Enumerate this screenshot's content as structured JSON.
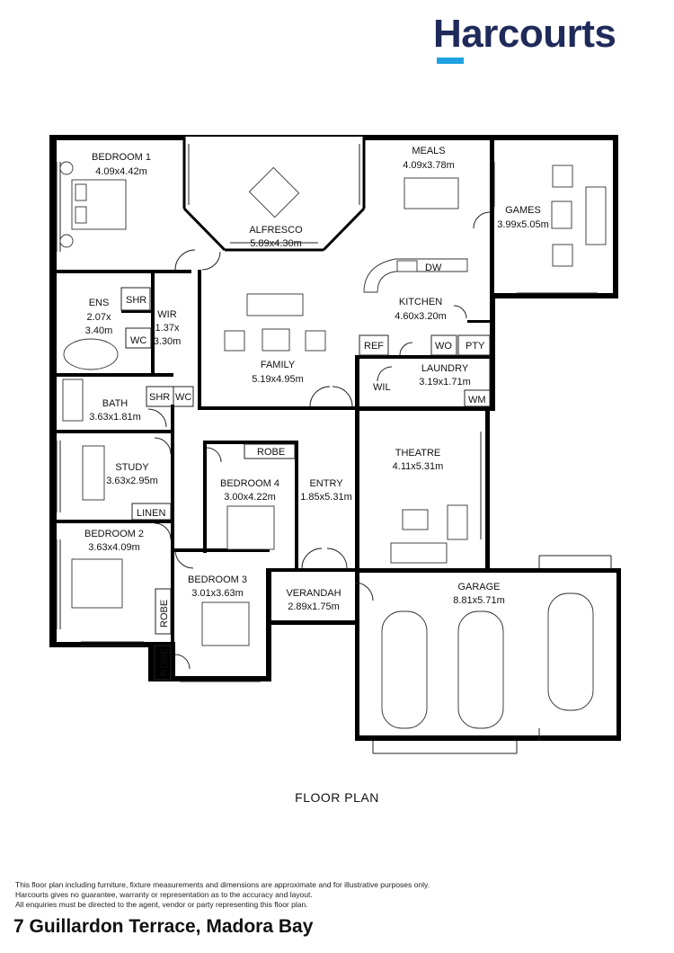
{
  "brand": {
    "name": "Harcourts",
    "accent_color": "#1fa0e0",
    "brand_color": "#1f2a5a"
  },
  "rooms": [
    {
      "id": "bedroom1",
      "name": "BEDROOM 1",
      "dims": "4.09x4.42m"
    },
    {
      "id": "alfresco",
      "name": "ALFRESCO",
      "dims": "5.89x4.30m"
    },
    {
      "id": "meals",
      "name": "MEALS",
      "dims": "4.09x3.78m"
    },
    {
      "id": "games",
      "name": "GAMES",
      "dims": "3.99x5.05m"
    },
    {
      "id": "ens",
      "name": "ENS",
      "dims": "2.07x",
      "dims2": "3.40m"
    },
    {
      "id": "wir",
      "name": "WIR",
      "dims": "1.37x",
      "dims2": "3.30m"
    },
    {
      "id": "kitchen",
      "name": "KITCHEN",
      "dims": "4.60x3.20m"
    },
    {
      "id": "family",
      "name": "FAMILY",
      "dims": "5.19x4.95m"
    },
    {
      "id": "laundry",
      "name": "LAUNDRY",
      "dims": "3.19x1.71m"
    },
    {
      "id": "bath",
      "name": "BATH",
      "dims": "3.63x1.81m"
    },
    {
      "id": "study",
      "name": "STUDY",
      "dims": "3.63x2.95m"
    },
    {
      "id": "theatre",
      "name": "THEATRE",
      "dims": "4.11x5.31m"
    },
    {
      "id": "bedroom4",
      "name": "BEDROOM 4",
      "dims": "3.00x4.22m"
    },
    {
      "id": "entry",
      "name": "ENTRY",
      "dims": "1.85x5.31m"
    },
    {
      "id": "bedroom2",
      "name": "BEDROOM 2",
      "dims": "3.63x4.09m"
    },
    {
      "id": "bedroom3",
      "name": "BEDROOM 3",
      "dims": "3.01x3.63m"
    },
    {
      "id": "verandah",
      "name": "VERANDAH",
      "dims": "2.89x1.75m"
    },
    {
      "id": "garage",
      "name": "GARAGE",
      "dims": "8.81x5.71m"
    }
  ],
  "small_labels": {
    "shr1": "SHR",
    "wc1": "WC",
    "shr2": "SHR",
    "wc2": "WC",
    "dw": "DW",
    "ref": "REF",
    "wo": "WO",
    "pty": "PTY",
    "wil": "WIL",
    "wm": "WM",
    "robe_b4": "ROBE",
    "linen": "LINEN",
    "robe_b2": "ROBE",
    "robe_b3": "ROBE"
  },
  "caption": "FLOOR PLAN",
  "disclaimer": [
    "This floor plan including furniture, fixture measurements and dimensions are approximate and for illustrative purposes only.",
    "Harcourts gives no guarantee, warranty or representation as to the accuracy and layout.",
    "All enquiries must be directed to the agent, vendor or party representing this floor plan."
  ],
  "address": "7 Guillardon Terrace, Madora Bay"
}
